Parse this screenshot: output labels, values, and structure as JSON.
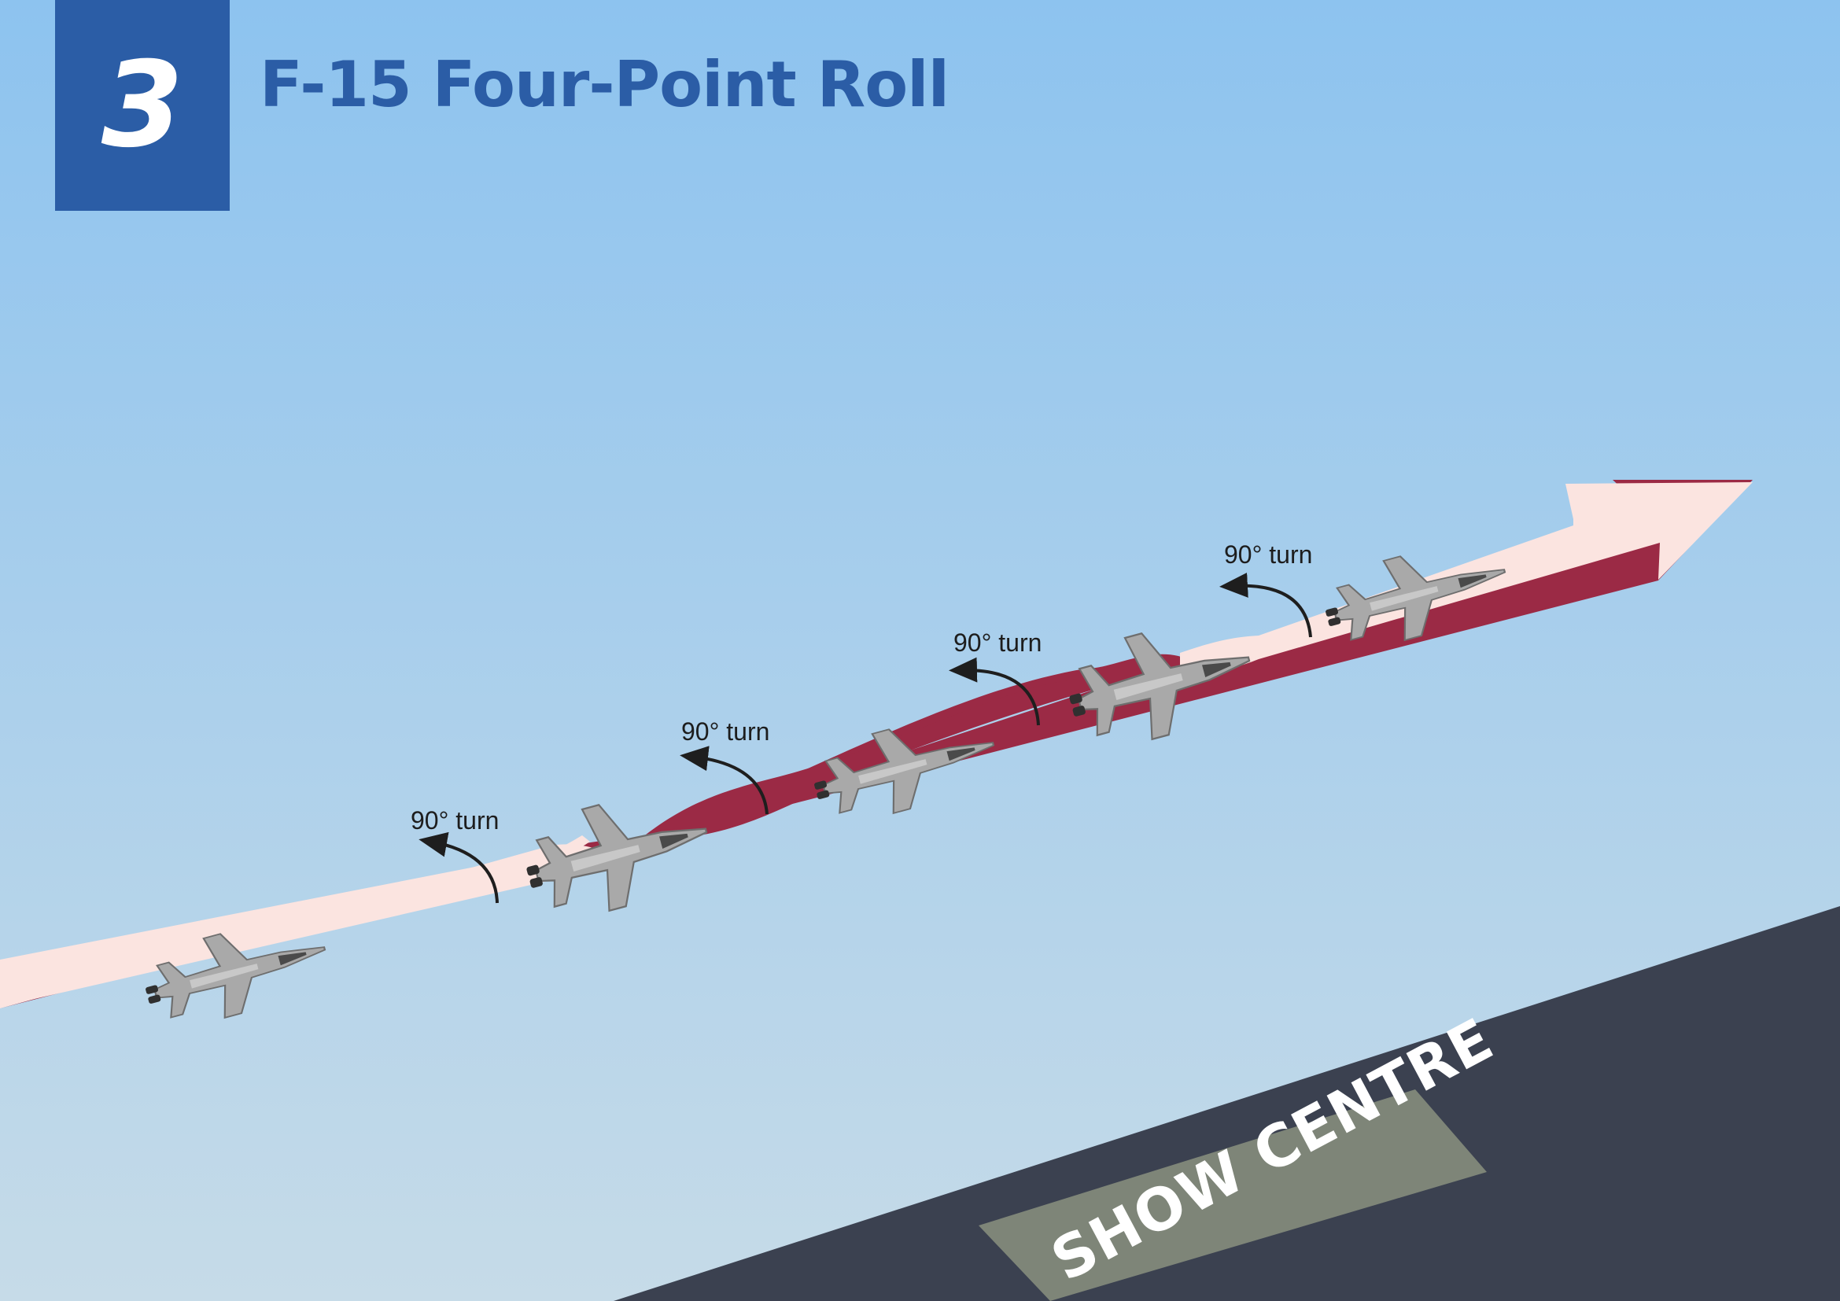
{
  "header": {
    "step_number": "3",
    "title": "F-15 Four-Point Roll"
  },
  "maneuver": {
    "turn_labels": [
      "90° turn",
      "90° turn",
      "90° turn",
      "90° turn"
    ],
    "marker_label": "SHOW CENTRE"
  },
  "colors": {
    "sky_top": "#8dc3ef",
    "sky_bottom": "#c6dbe8",
    "ground": "#3b4150",
    "badge": "#2b5da6",
    "ribbon_light": "#fbe4e0",
    "ribbon_dark": "#9b2a45",
    "marker": "#7e8578"
  },
  "icons": {
    "aircraft": "f15-jet-icon",
    "turn_arrow": "curved-arrow-icon"
  }
}
